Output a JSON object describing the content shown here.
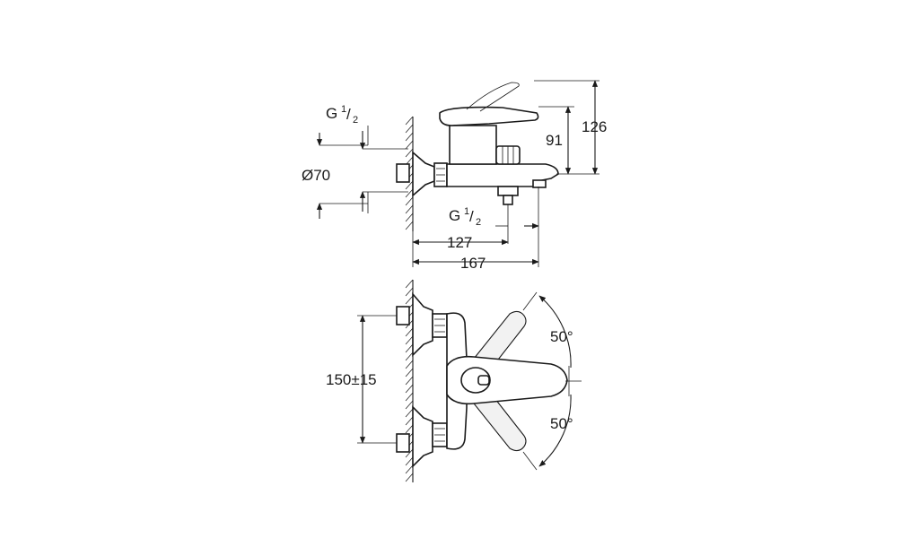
{
  "diagram": {
    "side_view": {
      "thread_inlet": {
        "g": "G",
        "num": "1",
        "den": "2"
      },
      "diameter": "Ø70",
      "thread_outlet": {
        "g": "G",
        "num": "1",
        "den": "2"
      },
      "dim_91": "91",
      "dim_126": "126",
      "dim_127": "127",
      "dim_167": "167"
    },
    "front_view": {
      "centers": "150±15",
      "angle_up": "50°",
      "angle_down": "50°"
    }
  }
}
